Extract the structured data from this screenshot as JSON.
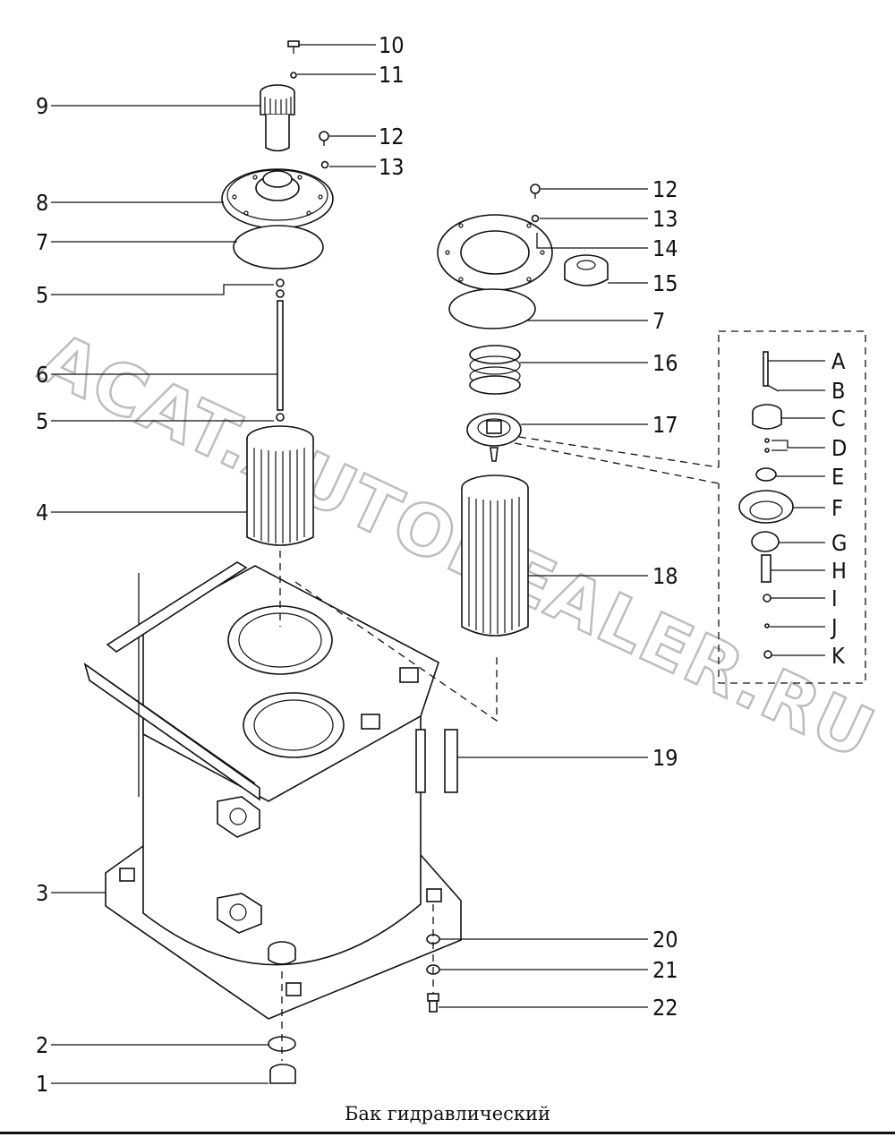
{
  "caption": "Бак гидравлический",
  "watermark": "ACAT.AUTODEALER.RU",
  "callouts": [
    "1",
    "2",
    "3",
    "4",
    "5",
    "6",
    "7",
    "8",
    "9",
    "10",
    "11",
    "12",
    "13",
    "14",
    "15",
    "16",
    "17",
    "18",
    "19",
    "20",
    "21",
    "22"
  ],
  "detail_callouts": [
    "A",
    "B",
    "C",
    "D",
    "E",
    "F",
    "G",
    "H",
    "I",
    "J",
    "K"
  ]
}
